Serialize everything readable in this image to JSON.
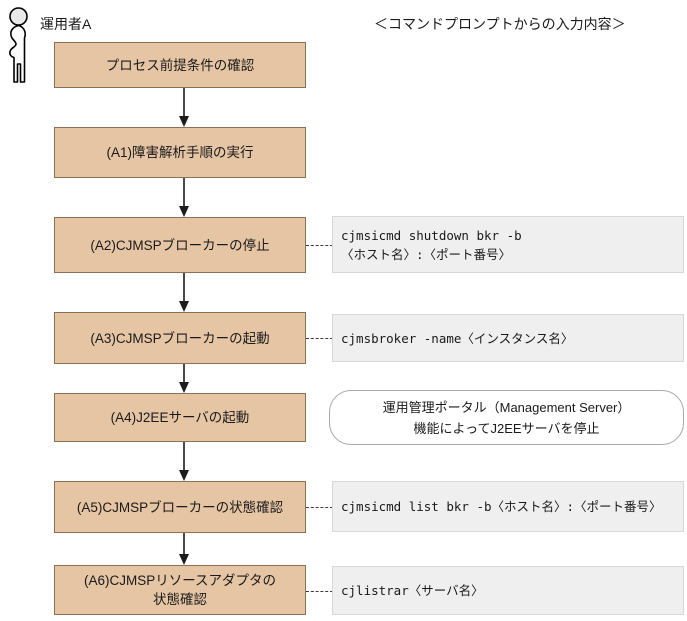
{
  "actor": {
    "icon": "person-standing-icon",
    "label": "運用者A"
  },
  "header": {
    "prompt_column_title": "＜コマンドプロンプトからの入力内容＞"
  },
  "colors": {
    "process_fill": "#E6C5A4",
    "process_border": "#8D7053",
    "command_fill": "#EFEFEF",
    "command_border": "#D8D8D8",
    "note_fill": "#FFFFFF",
    "note_border": "#A9A9A9",
    "arrow": "#4A4A4A",
    "text": "#1A1A1A"
  },
  "steps": [
    {
      "id": "step-0",
      "label": "プロセス前提条件の確認",
      "side_box": null
    },
    {
      "id": "step-a1",
      "label": "(A1)障害解析手順の実行",
      "side_box": null
    },
    {
      "id": "step-a2",
      "label": "(A2)CJMSPブローカーの停止",
      "side_box": {
        "kind": "command",
        "connector": true,
        "text": "cjmsicmd shutdown bkr -b\n〈ホスト名〉:〈ポート番号〉"
      }
    },
    {
      "id": "step-a3",
      "label": "(A3)CJMSPブローカーの起動",
      "side_box": {
        "kind": "command",
        "connector": true,
        "text": "cjmsbroker -name〈インスタンス名〉"
      }
    },
    {
      "id": "step-a4",
      "label": "(A4)J2EEサーバの起動",
      "side_box": {
        "kind": "note",
        "connector": false,
        "text": "運用管理ポータル（Management Server）\n機能によってJ2EEサーバを停止"
      }
    },
    {
      "id": "step-a5",
      "label": "(A5)CJMSPブローカーの状態確認",
      "side_box": {
        "kind": "command",
        "connector": true,
        "text": "cjmsicmd list bkr -b〈ホスト名〉:〈ポート番号〉"
      }
    },
    {
      "id": "step-a6",
      "label": "(A6)CJMSPリソースアダプタの\n状態確認",
      "side_box": {
        "kind": "command",
        "connector": true,
        "text": "cjlistrar〈サーバ名〉"
      }
    }
  ]
}
